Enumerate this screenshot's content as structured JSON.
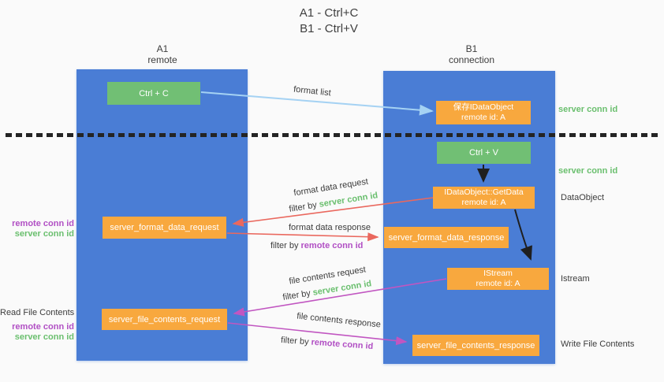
{
  "title": {
    "line1": "A1 - Ctrl+C",
    "line2": "B1 - Ctrl+V"
  },
  "columns": {
    "left": {
      "name": "A1",
      "subtitle": "remote"
    },
    "right": {
      "name": "B1",
      "subtitle": "connection"
    }
  },
  "nodes": {
    "ctrl_c": {
      "label": "Ctrl + C"
    },
    "save_idataobject": {
      "line1": "保存IDataObject",
      "line2": "remote id: A"
    },
    "ctrl_v": {
      "label": "Ctrl + V"
    },
    "getdata": {
      "line1": "IDataObject::GetData",
      "line2": "remote id: A"
    },
    "format_request": {
      "label": "server_format_data_request"
    },
    "format_response": {
      "label": "server_format_data_response"
    },
    "istream": {
      "line1": "IStream",
      "line2": "remote id: A"
    },
    "file_request": {
      "label": "server_file_contents_request"
    },
    "file_response": {
      "label": "server_file_contents_response"
    }
  },
  "edge_labels": {
    "format_list": "format list",
    "format_data_request": "format data request",
    "format_data_response": "format data response",
    "file_contents_request": "file contents request",
    "file_contents_response": "file contents response",
    "filter_by": "filter by ",
    "server_conn_id": "server conn id",
    "remote_conn_id": "remote conn id"
  },
  "side_labels": {
    "right_save_conn": "server conn id",
    "right_ctrlv_conn": "server conn id",
    "dataobject": "DataObject",
    "istream": "Istream",
    "write_file_contents": "Write File Contents",
    "read_file_contents": "Read File Contents",
    "left_format": {
      "line1": "remote conn id",
      "line2": "server conn id"
    },
    "left_file": {
      "line1": "remote conn id",
      "line2": "server conn id"
    }
  },
  "colors": {
    "column_blue": "#4a7dd5",
    "box_green": "#71bf74",
    "box_orange": "#f8a83e",
    "arrow_lightblue": "#a5d2f3",
    "arrow_red": "#ea685e",
    "arrow_magenta": "#c156c1",
    "arrow_black": "#1f1f1f",
    "text_green": "#6abf6e",
    "text_purple": "#b14fc4",
    "text_dark": "#3c3c3c"
  }
}
